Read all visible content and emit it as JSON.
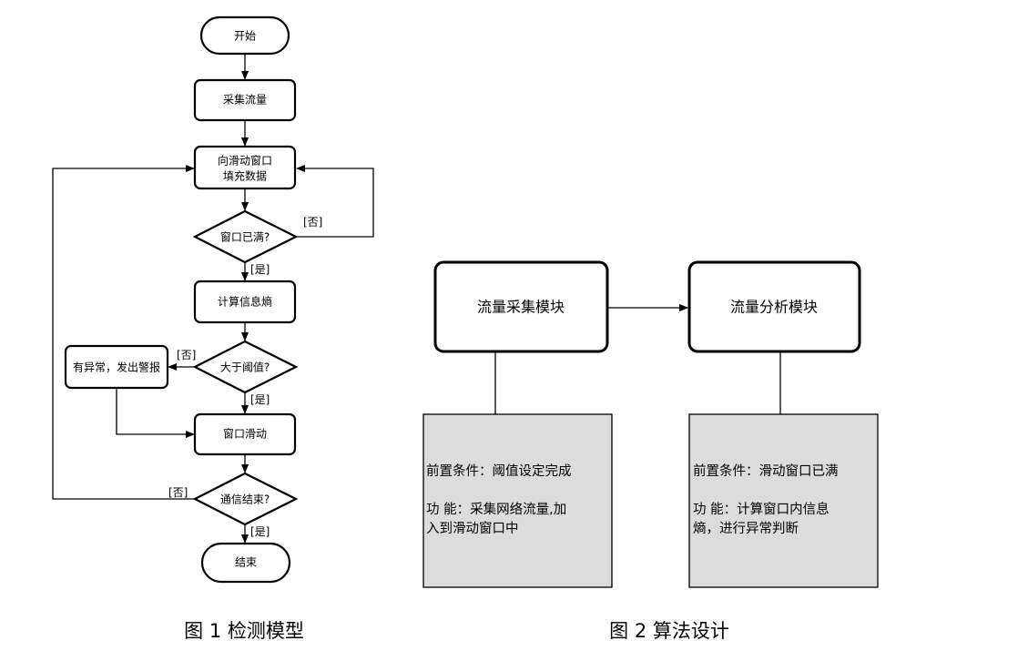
{
  "figure1": {
    "nodes": {
      "start": "开始",
      "collect": "采集流量",
      "fill_line1": "向滑动窗口",
      "fill_line2": "填充数据",
      "window_full": "窗口已满?",
      "entropy": "计算信息熵",
      "threshold": "大于阈值?",
      "alarm": "有异常，发出警报",
      "slide": "窗口滑动",
      "comm_end": "通信结束?",
      "end": "结束"
    },
    "edge_labels": {
      "full_no": "[否]",
      "full_yes": "[是]",
      "thr_no": "[否]",
      "thr_yes": "[是]",
      "comm_no": "[否]",
      "comm_yes": "[是]"
    },
    "caption": "图 1 检测模型"
  },
  "figure2": {
    "modules": {
      "collect": "流量采集模块",
      "analyze": "流量分析模块"
    },
    "desc": {
      "collect_pre": "前置条件：阈值设定完成",
      "collect_func1": "功  能：采集网络流量,加",
      "collect_func2": "入到滑动窗口中",
      "analyze_pre": "前置条件：滑动窗口已满",
      "analyze_func1": "功  能：计算窗口内信息",
      "analyze_func2": "熵，进行异常判断"
    },
    "caption": "图 2   算法设计"
  }
}
